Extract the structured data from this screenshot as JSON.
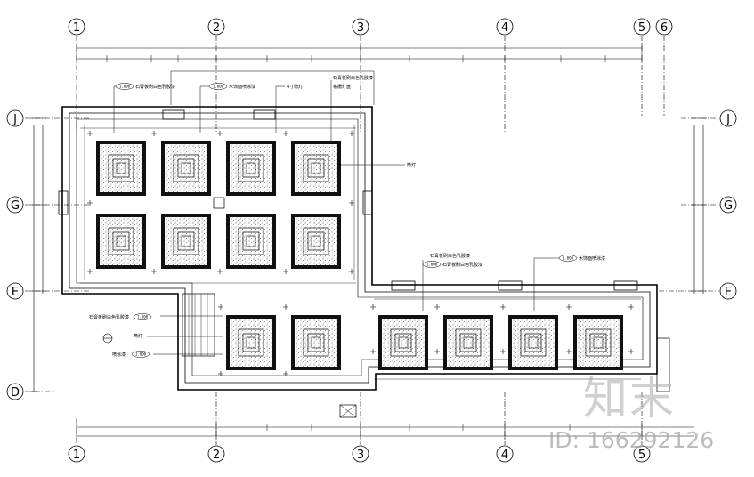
{
  "axes": {
    "top": [
      "1",
      "2",
      "3",
      "4",
      "5",
      "6"
    ],
    "bottom": [
      "1",
      "2",
      "3",
      "4",
      "5"
    ],
    "rows": [
      "J",
      "G",
      "E",
      "D"
    ]
  },
  "annotations": {
    "stone_white_line": "石膏板刷白色乳胶漆",
    "wood_veneer": "木饰面喷涂漆",
    "downlight": "4寸筒灯",
    "stone_white_line_2": "石膏板刷白色乳胶漆",
    "grille_light": "格栅灯盘",
    "downlight_2": "筒灯",
    "stone_white_mid": "石膏板刷白色乳胶漆",
    "stone_white_mid_2": "石膏板刷白色乳胶漆",
    "wood_veneer_right": "木饰面喷涂漆",
    "stone_white_left": "石膏板刷白色乳胶漆",
    "downlight_left": "筒灯",
    "spray_paint": "喷涂漆"
  },
  "tags": {
    "t1": "1.000",
    "t2": "1.000",
    "t3": "1.000",
    "t4": "1.000",
    "t5": "1.000",
    "t6": "1.000"
  },
  "watermark": {
    "logo": "知末",
    "id": "ID: 166292126"
  }
}
